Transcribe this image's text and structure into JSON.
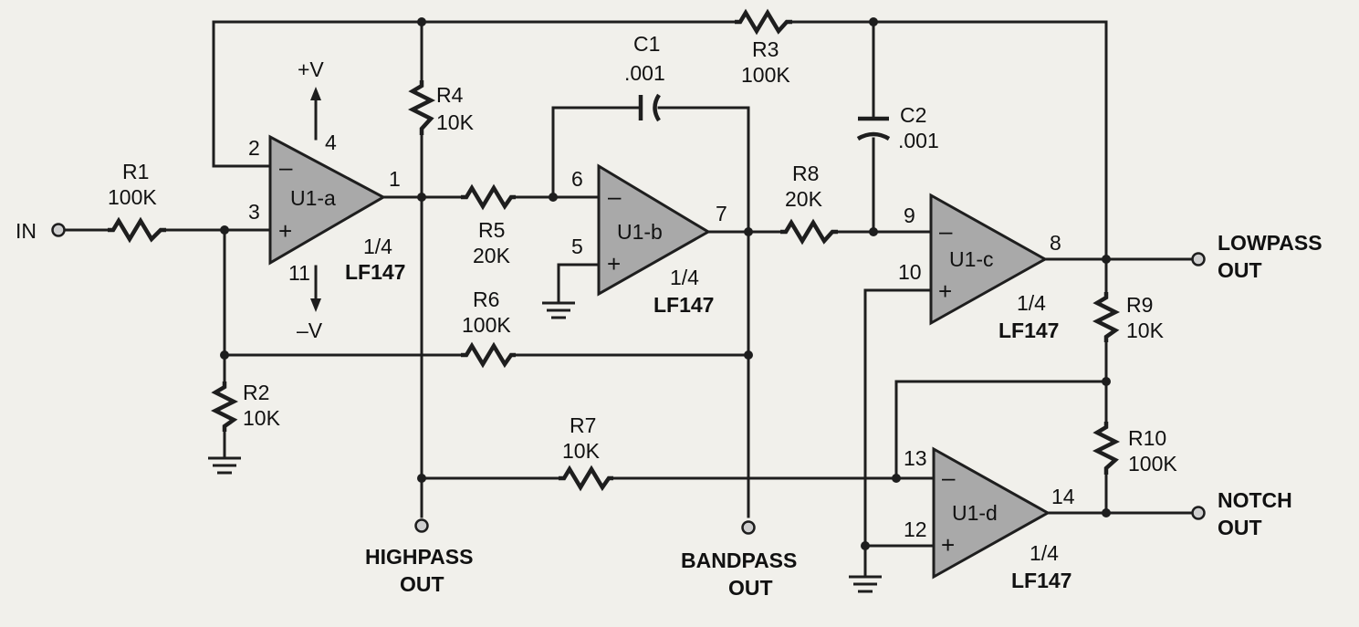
{
  "input": {
    "label": "IN"
  },
  "supply": {
    "positive": "+V",
    "negative": "–V"
  },
  "opamps": [
    {
      "name": "U1-a",
      "fraction": "1/4",
      "part": "LF147",
      "pins": {
        "inv": "2",
        "noninv": "3",
        "out": "1",
        "vpos": "4",
        "vneg": "11"
      }
    },
    {
      "name": "U1-b",
      "fraction": "1/4",
      "part": "LF147",
      "pins": {
        "inv": "6",
        "noninv": "5",
        "out": "7"
      }
    },
    {
      "name": "U1-c",
      "fraction": "1/4",
      "part": "LF147",
      "pins": {
        "inv": "9",
        "noninv": "10",
        "out": "8"
      }
    },
    {
      "name": "U1-d",
      "fraction": "1/4",
      "part": "LF147",
      "pins": {
        "inv": "13",
        "noninv": "12",
        "out": "14"
      }
    }
  ],
  "resistors": [
    {
      "ref": "R1",
      "value": "100K"
    },
    {
      "ref": "R2",
      "value": "10K"
    },
    {
      "ref": "R3",
      "value": "100K"
    },
    {
      "ref": "R4",
      "value": "10K"
    },
    {
      "ref": "R5",
      "value": "20K"
    },
    {
      "ref": "R6",
      "value": "100K"
    },
    {
      "ref": "R7",
      "value": "10K"
    },
    {
      "ref": "R8",
      "value": "20K"
    },
    {
      "ref": "R9",
      "value": "10K"
    },
    {
      "ref": "R10",
      "value": "100K"
    }
  ],
  "capacitors": [
    {
      "ref": "C1",
      "value": ".001"
    },
    {
      "ref": "C2",
      "value": ".001"
    }
  ],
  "outputs": {
    "highpass": {
      "line1": "HIGHPASS",
      "line2": "OUT"
    },
    "bandpass": {
      "line1": "BANDPASS",
      "line2": "OUT"
    },
    "lowpass": {
      "line1": "LOWPASS",
      "line2": "OUT"
    },
    "notch": {
      "line1": "NOTCH",
      "line2": "OUT"
    }
  }
}
